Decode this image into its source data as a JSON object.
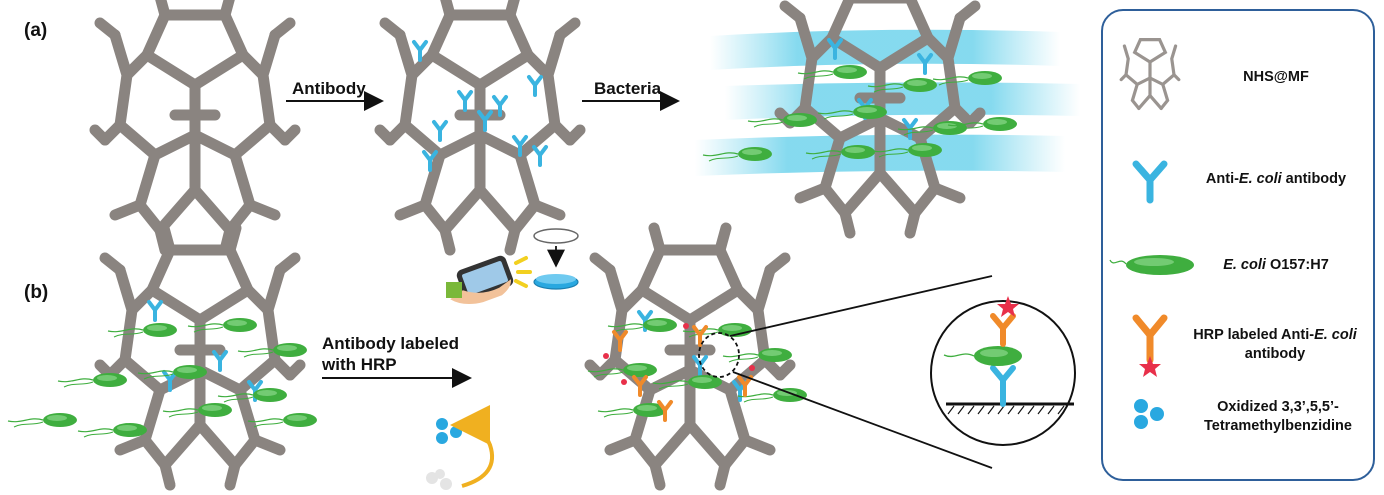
{
  "panels": {
    "a_label": "(a)",
    "b_label": "(b)"
  },
  "arrows": {
    "antibody": "Antibody",
    "bacteria": "Bacteria",
    "hrp_line1": "Antibody labeled",
    "hrp_line2": "with HRP"
  },
  "legend": {
    "nhs_mf": "NHS@MF",
    "anti_ecoli_prefix": "Anti-",
    "anti_ecoli_italic": "E. coli",
    "anti_ecoli_suffix": " antibody",
    "ecoli_italic": "E. coli",
    "ecoli_suffix": " O157:H7",
    "hrp_prefix": "HRP labeled Anti-",
    "hrp_italic": "E. coli",
    "hrp_line2": "antibody",
    "tmb_line1": "Oxidized 3,3’,5,5’-",
    "tmb_line2": "Tetramethylbenzidine"
  },
  "colors": {
    "framework": "#8a8480",
    "antibody": "#3ab4e0",
    "hrp_antibody": "#f08a2a",
    "hrp_star": "#e8304a",
    "bacteria": "#3fae3f",
    "water_band": "#7fd8ee",
    "legend_border": "#2e5f9a",
    "tmb_dot": "#29a8e0"
  }
}
